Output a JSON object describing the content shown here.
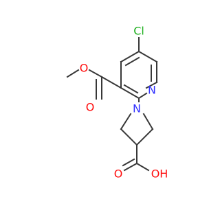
{
  "atoms": {
    "chlorine": "Cl",
    "pyridine_nitrogen": "N",
    "azetidine_nitrogen": "N",
    "ester_ether_oxygen": "O",
    "ester_carbonyl_oxygen": "O",
    "acid_carbonyl_oxygen": "O",
    "acid_hydroxyl": "OH"
  },
  "colors": {
    "bond": "#383838",
    "nitrogen": "#3333ff",
    "oxygen": "#ff0d0d",
    "chlorine": "#1fb01f"
  }
}
